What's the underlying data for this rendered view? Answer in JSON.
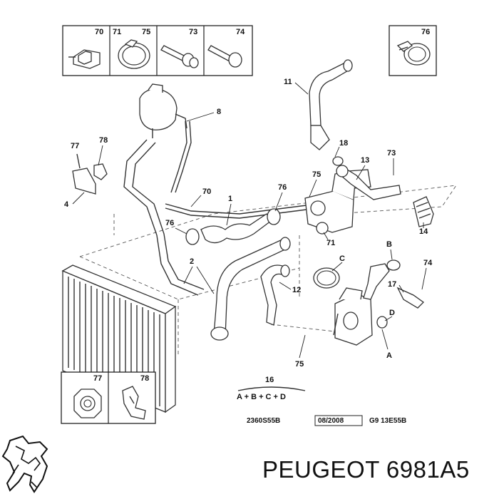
{
  "diagram": {
    "box_labels": {
      "b1": "70",
      "b2a": "71",
      "b2b": "75",
      "b3": "73",
      "b4": "74",
      "b5": "76",
      "b6": "77",
      "b7": "78"
    },
    "callouts": {
      "c11": "11",
      "c8": "8",
      "c77": "77",
      "c78": "78",
      "c18": "18",
      "c13": "13",
      "c73": "73",
      "c4": "4",
      "c75a": "75",
      "c70": "70",
      "c1": "1",
      "c76a": "76",
      "c14": "14",
      "c76b": "76",
      "c71": "71",
      "cC": "C",
      "cB": "B",
      "c2": "2",
      "c74": "74",
      "c12": "12",
      "c17": "17",
      "cD": "D",
      "cA": "A",
      "c75b": "75"
    },
    "formula": {
      "number": "16",
      "expression": "A + B + C + D"
    },
    "reference": {
      "code": "2360S55B",
      "date": "08/2008",
      "variant": "G9 13E55B"
    }
  },
  "brand": {
    "logo": "peugeot-lion-logo",
    "caption": "PEUGEOT 6981A5"
  }
}
